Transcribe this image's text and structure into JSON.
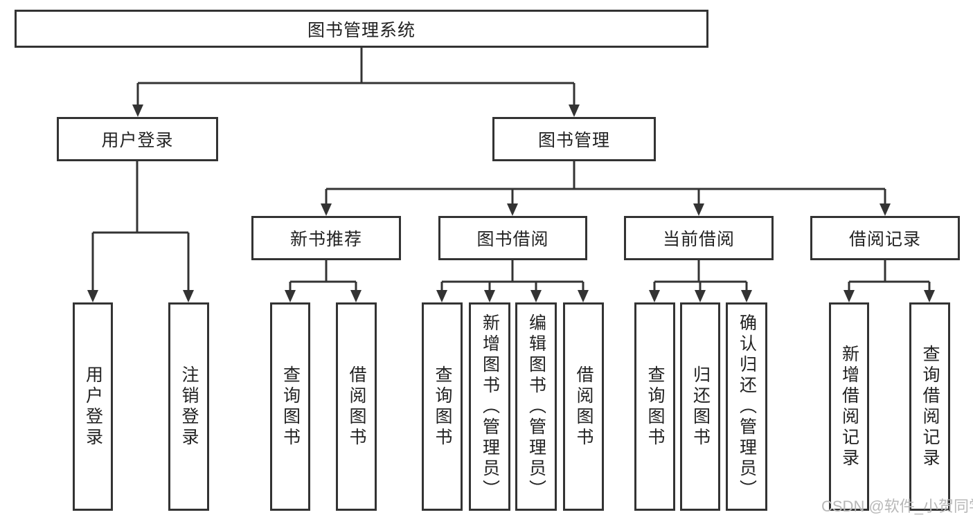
{
  "diagram": {
    "title": "图书管理系统",
    "level2": {
      "user_login": "用户登录",
      "book_mgmt": "图书管理"
    },
    "level3": {
      "new_book_rec": "新书推荐",
      "book_borrow": "图书借阅",
      "current_borrow": "当前借阅",
      "borrow_records": "借阅记录"
    },
    "leaves": [
      "用户登录",
      "注销登录",
      "查询图书",
      "借阅图书",
      "查询图书",
      "新增图书（管理员）",
      "编辑图书（管理员）",
      "借阅图书",
      "查询图书",
      "归还图书",
      "确认归还（管理员）",
      "新增借阅记录",
      "查询借阅记录"
    ]
  },
  "watermark": "CSDN @软件_小贺同学",
  "colors": {
    "line": "#333333",
    "text": "#222222",
    "background": "#ffffff",
    "watermark": "#b8b8b8"
  }
}
